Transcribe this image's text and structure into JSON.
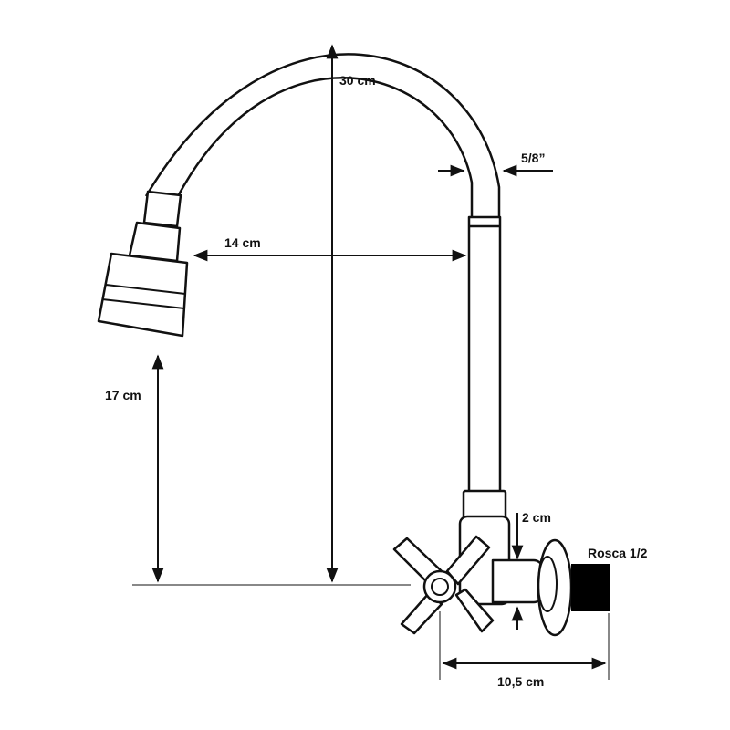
{
  "dimensions": {
    "total_height": "30 cm",
    "reach": "14 cm",
    "spout_clearance": "17 cm",
    "hose_diameter": "5/8”",
    "valve_gap": "2 cm",
    "wall_depth": "10,5 cm",
    "thread": "Rosca 1/2"
  },
  "colors": {
    "line": "#111111",
    "fill": "#ffffff",
    "thread": "#000000"
  }
}
